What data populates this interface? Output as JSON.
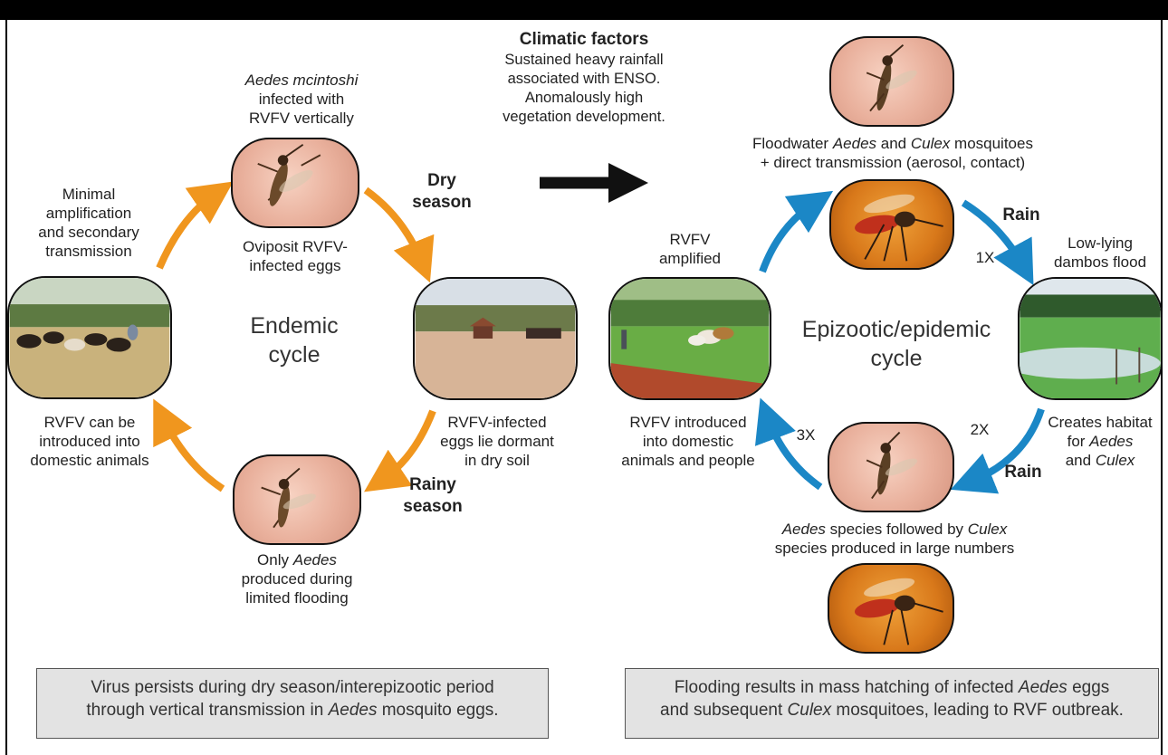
{
  "climatic": {
    "title": "Climatic factors",
    "line1": "Sustained heavy rainfall",
    "line2": "associated with ENSO.",
    "line3": "Anomalously high",
    "line4": "vegetation development."
  },
  "endemic": {
    "title_line1": "Endemic",
    "title_line2": "cycle",
    "top_label": {
      "italic": "Aedes mcintoshi",
      "line2": "infected with",
      "line3": "RVFV vertically"
    },
    "oviposit": {
      "line1": "Oviposit RVFV-",
      "line2": "infected eggs"
    },
    "minimal": {
      "line1": "Minimal",
      "line2": "amplification",
      "line3": "and secondary",
      "line4": "transmission"
    },
    "dry_season": {
      "line1": "Dry",
      "line2": "season"
    },
    "rainy_season": {
      "line1": "Rainy",
      "line2": "season"
    },
    "dormant": {
      "line1": "RVFV-infected",
      "line2": "eggs lie dormant",
      "line3": "in dry soil"
    },
    "introduced": {
      "line1": "RVFV can be",
      "line2": "introduced into",
      "line3": "domestic animals"
    },
    "only_aedes": {
      "prefix": "Only ",
      "italic": "Aedes",
      "line2": "produced during",
      "line3": "limited flooding"
    },
    "summary": {
      "line1": "Virus persists during dry season/interepizootic period",
      "line2_pre": "through vertical transmission in ",
      "line2_italic": "Aedes",
      "line2_post": " mosquito eggs."
    }
  },
  "epizootic": {
    "title_line1": "Epizootic/epidemic",
    "title_line2": "cycle",
    "floodwater": {
      "pre": "Floodwater ",
      "it1": "Aedes",
      "mid": " and ",
      "it2": "Culex",
      "post": " mosquitoes",
      "line2": "+ direct transmission (aerosol, contact)"
    },
    "amplified": {
      "line1": "RVFV",
      "line2": "amplified"
    },
    "rain_top": "Rain",
    "one_x": "1X",
    "low_lying": {
      "line1": "Low-lying",
      "line2": "dambos flood"
    },
    "two_x": "2X",
    "rain_bottom": "Rain",
    "creates": {
      "line1": "Creates habitat",
      "line2_pre": "for ",
      "line2_italic": "Aedes",
      "line3_pre": "and ",
      "line3_italic": "Culex"
    },
    "three_x": "3X",
    "introduced": {
      "line1": "RVFV introduced",
      "line2": "into domestic",
      "line3": "animals and people"
    },
    "species": {
      "it1": "Aedes",
      "mid": " species followed by ",
      "it2": "Culex",
      "line2": "species produced in large numbers"
    },
    "summary": {
      "line1_pre": "Flooding results in mass hatching of infected ",
      "line1_italic": "Aedes",
      "line1_post": " eggs",
      "line2_pre": "and subsequent ",
      "line2_italic": "Culex",
      "line2_post": " mosquitoes, leading to RVF outbreak."
    }
  },
  "colors": {
    "orange_arrow": "#f0961e",
    "blue_arrow": "#1b87c6",
    "black_arrow": "#111111",
    "box_fill": "#e3e3e3"
  },
  "icons": [
    "mosquito-photo",
    "cattle-photo",
    "dry-land-photo",
    "flood-photo",
    "livestock-photo"
  ]
}
